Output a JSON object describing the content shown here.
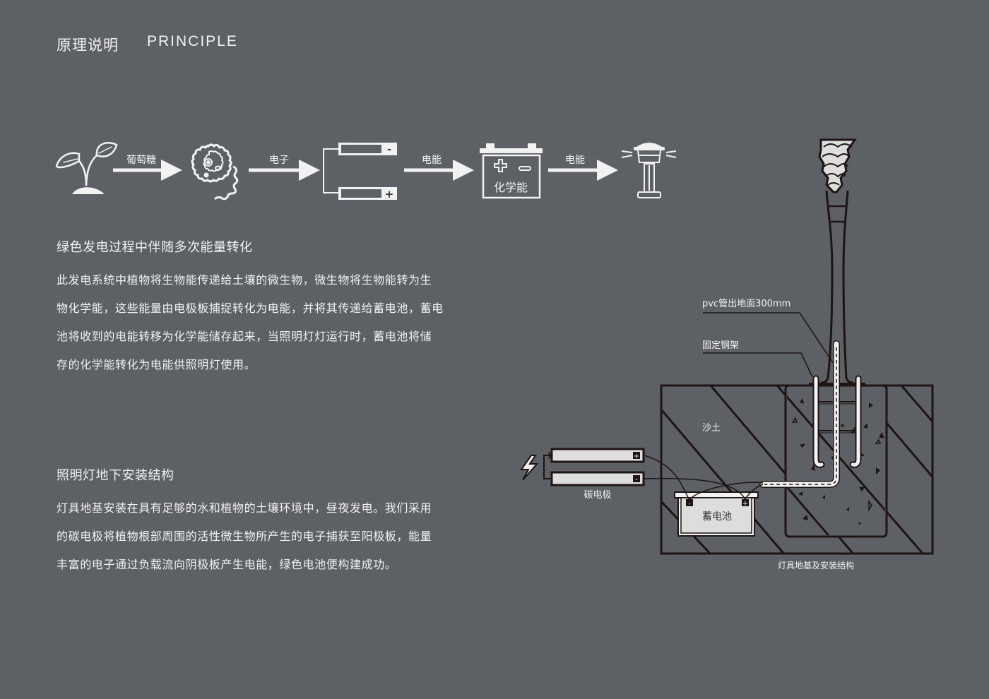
{
  "header": {
    "title_cn": "原理说明",
    "title_en": "PRINCIPLE"
  },
  "flow": {
    "steps": [
      {
        "icon": "plant-sprout-icon"
      },
      {
        "icon": "microbe-icon"
      },
      {
        "icon": "electrode-plates-icon"
      },
      {
        "icon": "battery-icon",
        "label": "化学能"
      },
      {
        "icon": "street-lamp-icon"
      }
    ],
    "arrows": [
      {
        "label": "葡萄糖"
      },
      {
        "label": "电子"
      },
      {
        "label": "电能"
      },
      {
        "label": "电能"
      }
    ],
    "battery_plus": "+",
    "battery_minus": "−",
    "electrode_plus": "+",
    "electrode_minus": "-"
  },
  "section1": {
    "title": "绿色发电过程中伴随多次能量转化",
    "lines": [
      "此发电系统中植物将生物能传递给土壤的微生物，微生物将生物能转为生",
      "物化学能，这些能量由电极板捕捉转化为电能，并将其传递给蓄电池，蓄电",
      "池将收到的电能转移为化学能储存起来，当照明灯灯运行时，蓄电池将储",
      "存的化学能转化为电能供照明灯使用。"
    ]
  },
  "section2": {
    "title": "照明灯地下安装结构",
    "lines": [
      "灯具地基安装在具有足够的水和植物的土壤环境中，昼夜发电。我们采用",
      "的碳电极将植物根部周围的活性微生物所产生的电子捕获至阳极板，能量",
      "丰富的电子通过负载流向阴极板产生电能，绿色电池便构建成功。"
    ]
  },
  "install_diagram": {
    "labels": {
      "pvc": "pvc管出地面300mm",
      "frame": "固定钢架",
      "soil": "沙土",
      "battery": "蓄电池",
      "electrode": "碳电极",
      "caption": "灯具地基及安装结构"
    },
    "electrode_plus": "+",
    "electrode_minus": "-",
    "battery_plus": "+",
    "battery_minus": "-"
  }
}
